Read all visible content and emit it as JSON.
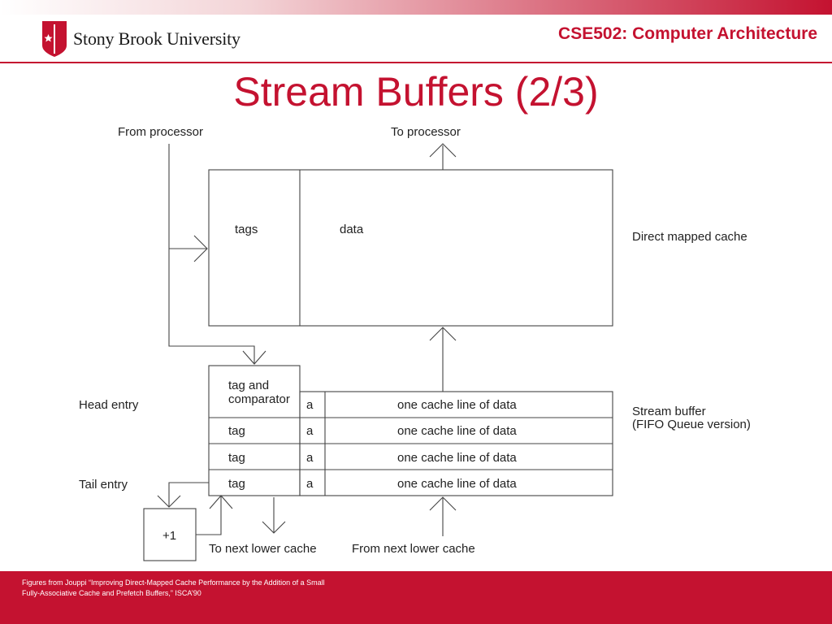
{
  "header": {
    "university_name": "Stony Brook University",
    "course_title": "CSE502: Computer Architecture"
  },
  "slide": {
    "title": "Stream Buffers (2/3)"
  },
  "diagram": {
    "labels": {
      "from_processor": "From processor",
      "to_processor": "To processor",
      "tags": "tags",
      "data": "data",
      "direct_mapped_cache": "Direct mapped cache",
      "tag_and": "tag and",
      "comparator": "comparator",
      "head_entry": "Head entry",
      "tail_entry": "Tail entry",
      "stream_buffer": "Stream buffer",
      "fifo_queue_version": "(FIFO Queue version)",
      "plus_one": "+1",
      "to_next_lower_cache": "To next lower cache",
      "from_next_lower_cache": "From next lower cache"
    },
    "buffer_rows": [
      {
        "tag": "",
        "a": "a",
        "line": "one cache line of data"
      },
      {
        "tag": "tag",
        "a": "a",
        "line": "one cache line of data"
      },
      {
        "tag": "tag",
        "a": "a",
        "line": "one cache line of data"
      },
      {
        "tag": "tag",
        "a": "a",
        "line": "one cache line of data"
      }
    ]
  },
  "footer": {
    "caption": "Figures from Jouppi “Improving Direct-Mapped Cache Performance by the Addition of a Small Fully-Associative Cache and Prefetch Buffers,” ISCA’90"
  },
  "colors": {
    "brand_red": "#c41230",
    "diagram_line": "#444444"
  }
}
